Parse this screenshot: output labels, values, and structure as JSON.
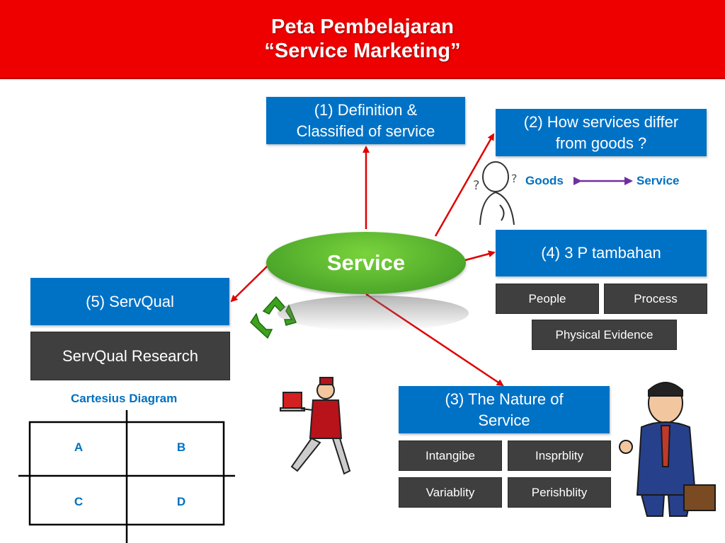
{
  "header": {
    "title_line1": "Peta Pembelajaran",
    "title_line2": "“Service Marketing”"
  },
  "center": {
    "label": "Service"
  },
  "box1": {
    "line1": "(1) Definition &",
    "line2": "Classified of service"
  },
  "box2": {
    "line1": "(2) How services differ",
    "line2": "from goods ?"
  },
  "goods_service": {
    "left": "Goods",
    "right": "Service"
  },
  "box4": {
    "label": "(4)  3 P tambahan",
    "items": [
      "People",
      "Process",
      "Physical Evidence"
    ]
  },
  "box5": {
    "label": "(5) ServQual",
    "sub": "ServQual Research"
  },
  "box3": {
    "line1": "(3) The Nature of",
    "line2": "Service",
    "items": [
      "Intangibe",
      "Insprblity",
      "Variablity",
      "Perishblity"
    ]
  },
  "cartesius": {
    "title": "Cartesius Diagram",
    "cells": [
      "A",
      "B",
      "C",
      "D"
    ]
  },
  "colors": {
    "header_red": "#ee0000",
    "box_blue": "#0072c6",
    "box_grey": "#3f3f3f",
    "center_green": "#5cb82e",
    "arrow_red": "#e00000",
    "arrow_purple": "#7030a0",
    "label_blue": "#0070c0"
  },
  "icons": [
    "thinking-person-icon",
    "recycle-icon",
    "bellhop-icon",
    "businessman-icon"
  ]
}
